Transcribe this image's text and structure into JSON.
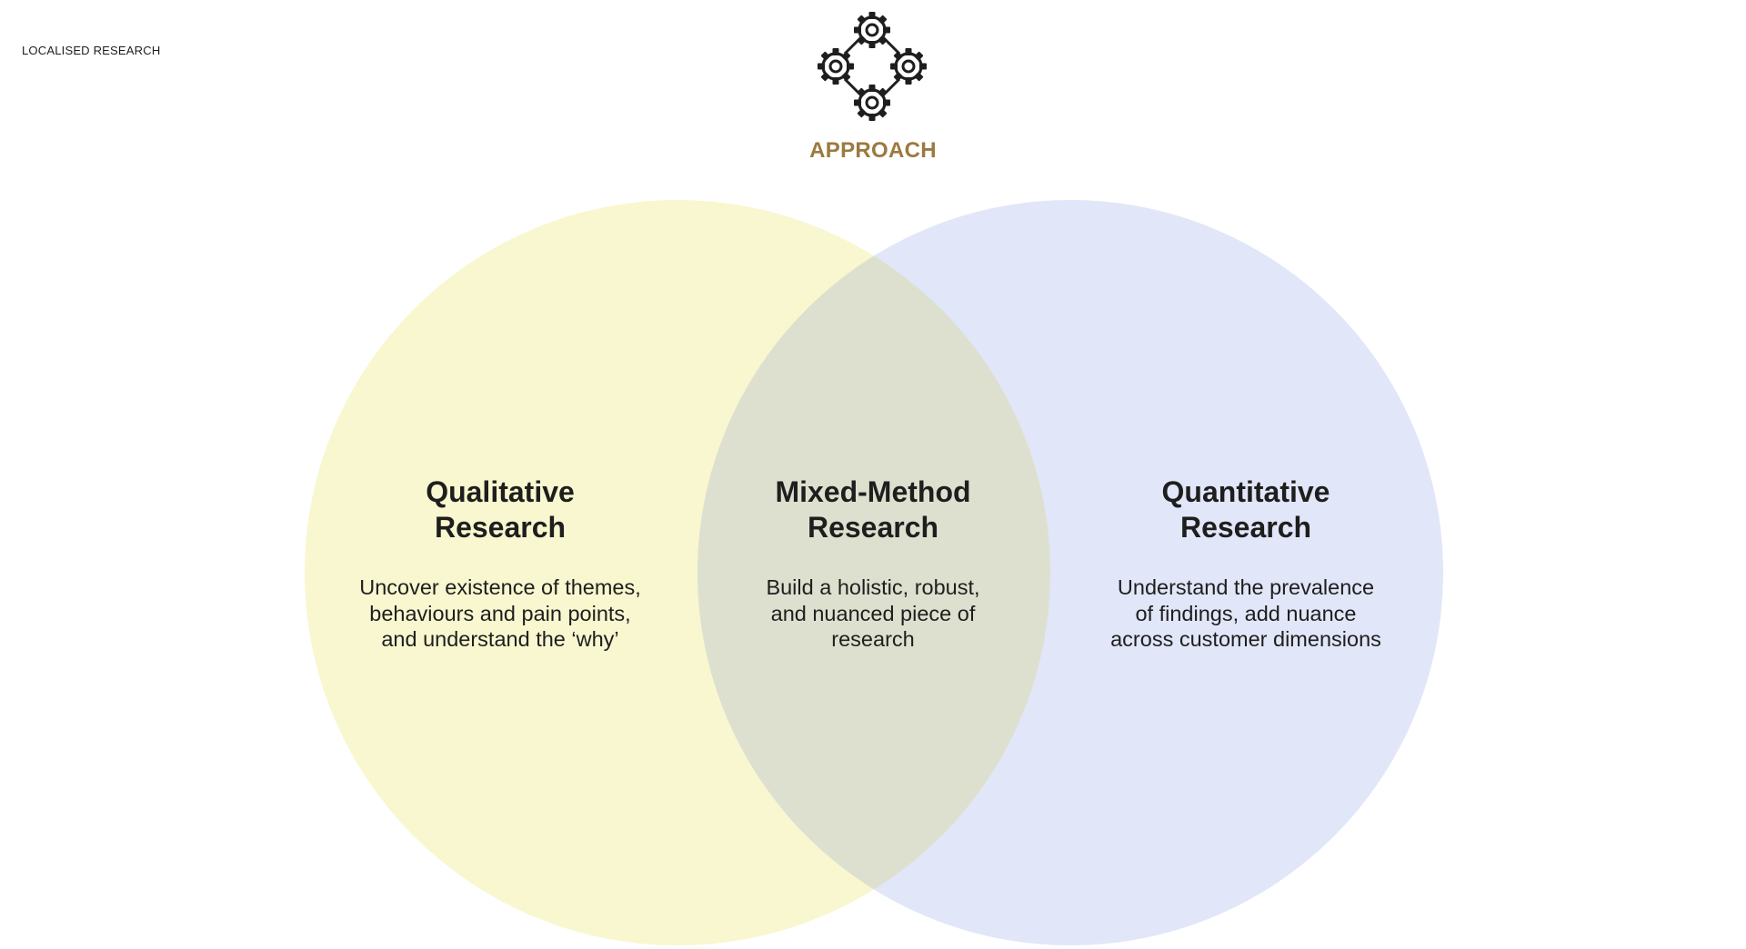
{
  "header": {
    "section_label": "LOCALISED RESEARCH",
    "title": "APPROACH",
    "icon": "gears-network-icon"
  },
  "colors": {
    "accent": "#9b7a3f",
    "left_circle": "#f8f7cf",
    "right_circle": "#e1e6f8",
    "overlap": "#dee0cf",
    "text": "#1e1e1e"
  },
  "venn": {
    "left": {
      "heading_line1": "Qualitative",
      "heading_line2": "Research",
      "desc_line1": "Uncover existence of themes,",
      "desc_line2": "behaviours and pain points,",
      "desc_line3": "and understand the ‘why’"
    },
    "overlap": {
      "heading_line1": "Mixed-Method",
      "heading_line2": "Research",
      "desc_line1": "Build a holistic, robust,",
      "desc_line2": "and nuanced piece of",
      "desc_line3": "research"
    },
    "right": {
      "heading_line1": "Quantitative",
      "heading_line2": "Research",
      "desc_line1": "Understand the prevalence",
      "desc_line2": "of findings, add nuance",
      "desc_line3": "across customer dimensions"
    }
  }
}
